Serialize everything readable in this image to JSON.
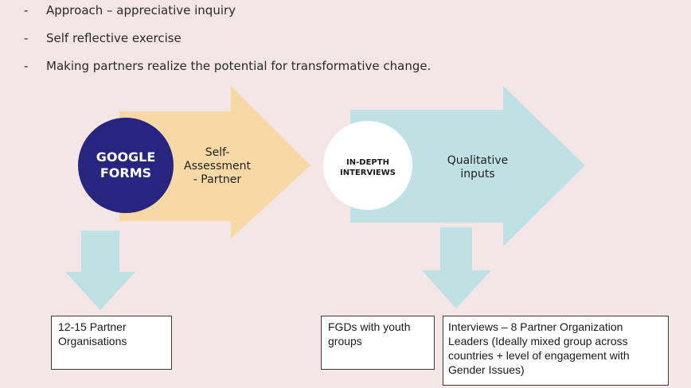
{
  "bullets": [
    "Approach – appreciative inquiry",
    "Self reflective exercise",
    "Making partners realize the potential for transformative change."
  ],
  "bullet_marker": "-",
  "left_flow": {
    "circle_text": "GOOGLE FORMS",
    "arrow_text": "Self-Assessment - Partner",
    "box_text": "12-15 Partner Organisations"
  },
  "right_flow": {
    "circle_text": "IN-DEPTH INTERVIEWS",
    "arrow_text": "Qualitative inputs",
    "box_left_text": "FGDs with youth groups",
    "box_right_text": "Interviews – 8 Partner Organization Leaders (Ideally mixed group across countries + level of engagement with Gender Issues)"
  },
  "colors": {
    "background": "#f4e6e6",
    "orange_arrow": "#f7d9a6",
    "teal_arrow": "#bfe1e3",
    "blue_circle": "#27257f",
    "white_circle": "#ffffff"
  }
}
